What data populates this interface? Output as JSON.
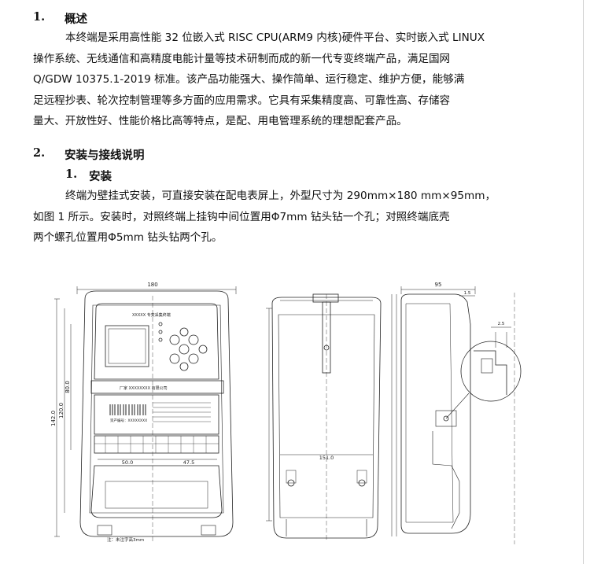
{
  "section1": {
    "number": "1.",
    "title": "概述",
    "lines": [
      "本终端是采用高性能 32 位嵌入式 RISC CPU(ARM9 内核)硬件平台、实时嵌入式 LINUX",
      "操作系统、无线通信和高精度电能计量等技术研制而成的新一代专变终端产品，满足国网",
      "Q/GDW 10375.1-2019 标准。该产品功能强大、操作简单、运行稳定、维护方便，能够满",
      "足远程抄表、轮次控制管理等多方面的应用需求。它具有采集精度高、可靠性高、存储容",
      "量大、开放性好、性能价格比高等特点，是配、用电管理系统的理想配套产品。"
    ]
  },
  "section2": {
    "number": "2.",
    "title": "安装与接线说明",
    "sub_number": "1.",
    "sub_title": "安装",
    "lines": [
      "终端为壁挂式安装，可直接安装在配电表屏上，外型尺寸为 290mm×180 mm×95mm，",
      "如图 1 所示。安装时，对照终端上挂钩中间位置用Φ7mm 钻头钻一个孔；对照终端底壳",
      "两个螺孔位置用Φ5mm 钻头钻两个孔。"
    ]
  },
  "figure": {
    "front": {
      "title_text": "XXXXX 专变采集终端",
      "company_text": "厂家 XXXXXXXX 有限公司",
      "barcode_text": "资产编号：XXXXXXXX",
      "dim_top": "180",
      "dim_left_outer": "142.0",
      "dim_left_mid": "120.0",
      "dim_left_inner": "80.0",
      "dim_bottom_left": "50.0",
      "dim_bottom_right": "47.5",
      "footnote": "注：未注字高3mm"
    },
    "back": {
      "dim_bottom": "151.0"
    },
    "side": {
      "dim_top": "95",
      "dim_small": "1.5",
      "dim_detail": "2.5"
    }
  }
}
